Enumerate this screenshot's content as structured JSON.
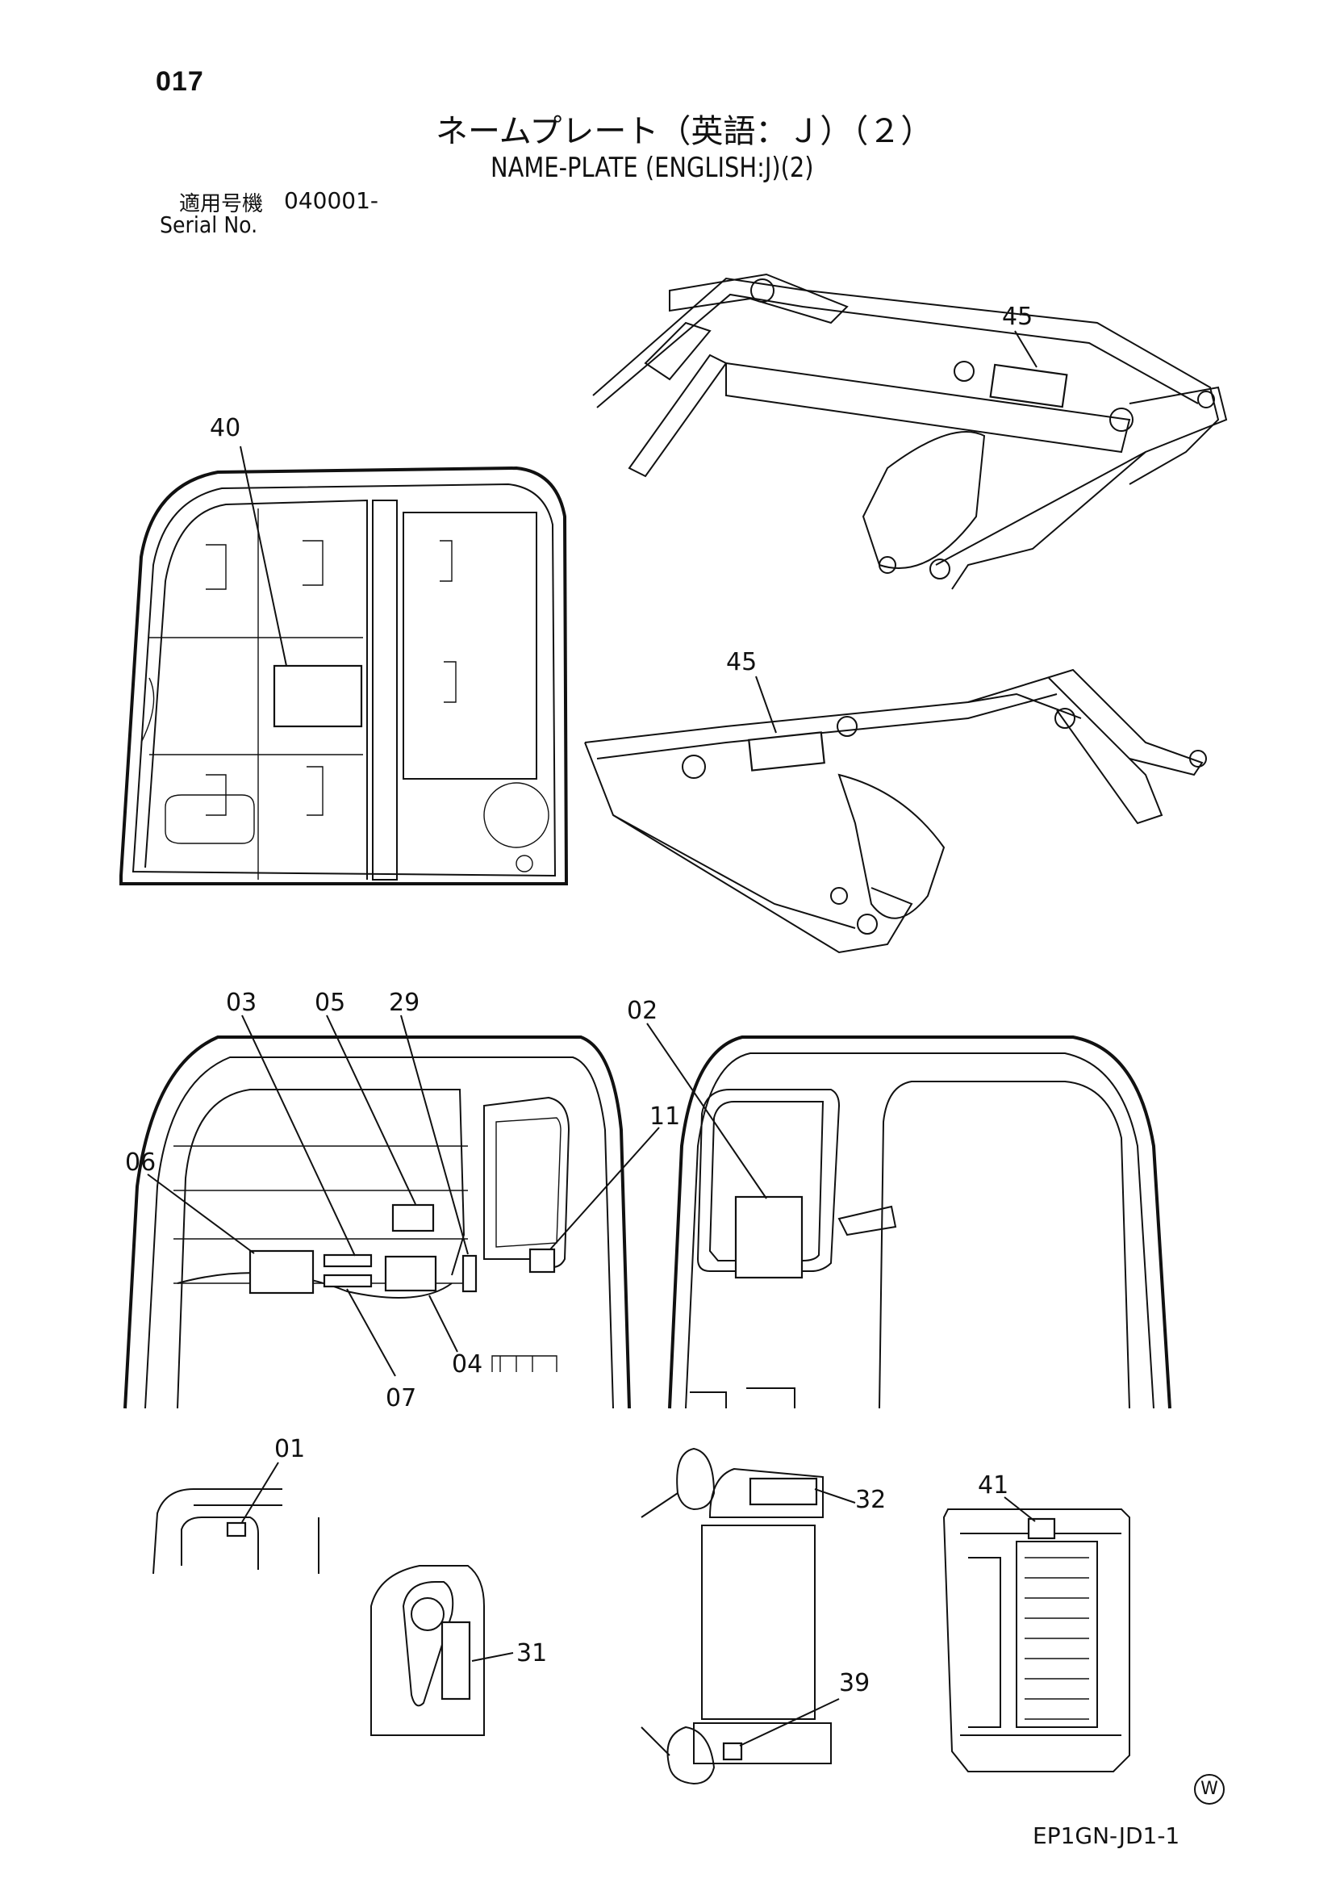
{
  "header": {
    "page_number": "017",
    "title_jp": "ネームプレート（英語：Ｊ）（２）",
    "title_en": "NAME-PLATE (ENGLISH:J)(2)",
    "serial_label_jp": "適用号機",
    "serial_value": "040001-",
    "serial_label_en": "Serial No."
  },
  "footer": {
    "drawing_code": "EP1GN-JD1-1",
    "mark": "W"
  },
  "callouts": {
    "c40": "40",
    "c45a": "45",
    "c45b": "45",
    "c03": "03",
    "c05": "05",
    "c29": "29",
    "c02": "02",
    "c11": "11",
    "c06": "06",
    "c04": "04",
    "c07": "07",
    "c01": "01",
    "c32": "32",
    "c41": "41",
    "c31": "31",
    "c39": "39"
  }
}
